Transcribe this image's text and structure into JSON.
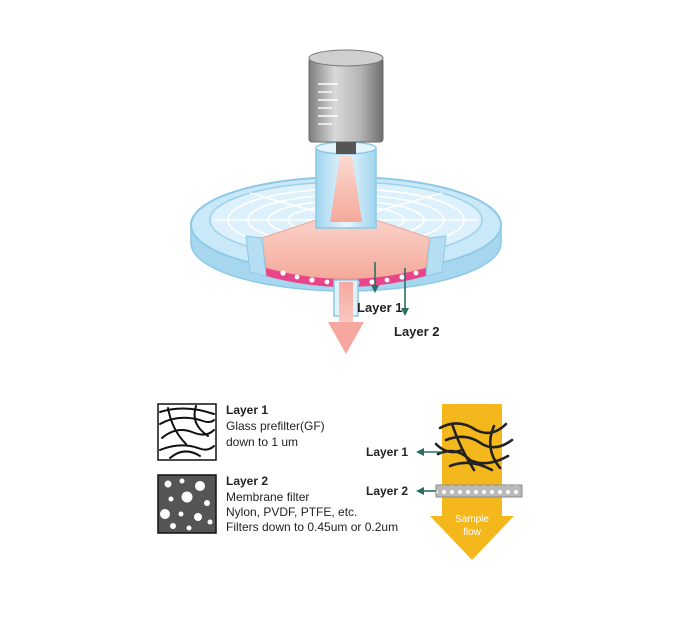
{
  "diagram": {
    "top_labels": {
      "layer1": "Layer 1",
      "layer2": "Layer 2"
    },
    "legend": {
      "layer1": {
        "title": "Layer 1",
        "line1": "Glass prefilter(GF)",
        "line2": "down to 1 um"
      },
      "layer2": {
        "title": "Layer 2",
        "line1": "Membrane filter",
        "line2": "Nylon, PVDF, PTFE, etc.",
        "line3": "Filters down to 0.45um or 0.2um"
      }
    },
    "flow": {
      "layer1": "Layer 1",
      "layer2": "Layer 2",
      "arrow_line1": "Sample",
      "arrow_line2": "flow"
    },
    "colors": {
      "housing": "#bfe3f5",
      "housing_dark": "#8cc9e6",
      "sample": "#f7c2b8",
      "membrane": "#e8458a",
      "arrow_teal": "#2d6e63",
      "flow_arrow": "#f5b81c",
      "syringe": "#a9a9a9"
    }
  }
}
